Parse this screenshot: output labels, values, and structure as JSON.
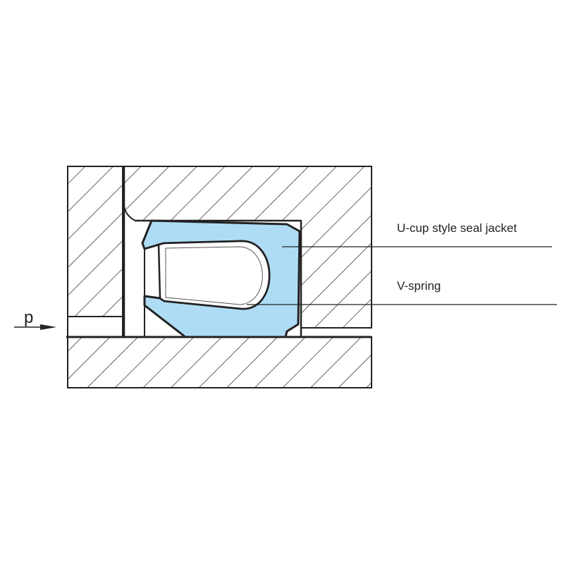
{
  "labels": {
    "jacket": "U-cup style seal jacket",
    "spring": "V-spring",
    "pressure": "p"
  },
  "colors": {
    "seal_fill": "#aedcf5",
    "line": "#222222"
  }
}
